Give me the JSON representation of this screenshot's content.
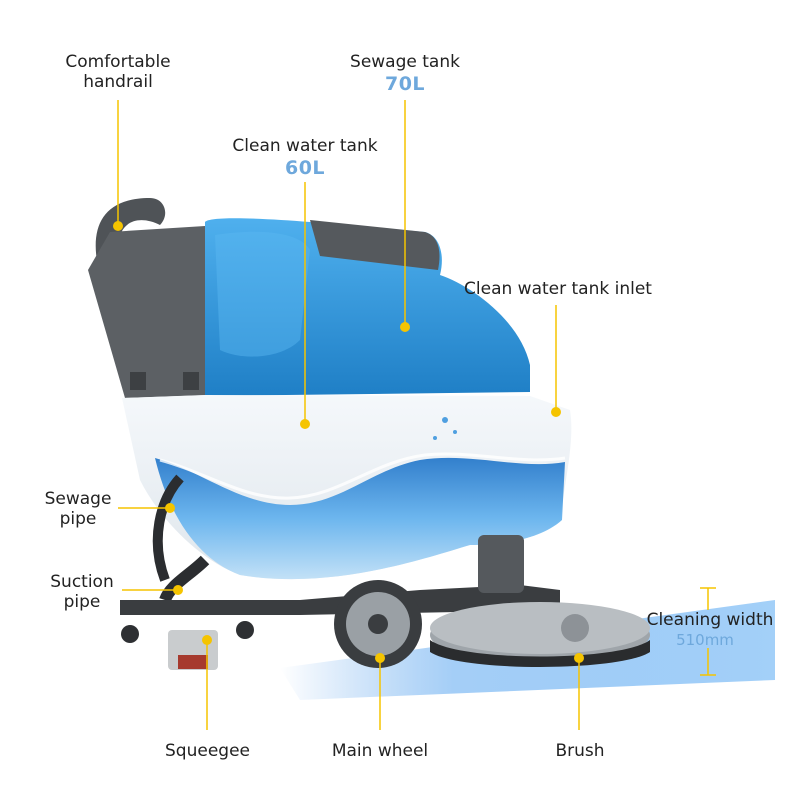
{
  "labels": {
    "handrail": "Comfortable\nhandrail",
    "sewage_tank": "Sewage tank",
    "sewage_tank_capacity": "70L",
    "clean_water_tank": "Clean water tank",
    "clean_water_tank_capacity": "60L",
    "clean_water_tank_inlet": "Clean water tank inlet",
    "sewage_pipe": "Sewage\npipe",
    "suction_pipe": "Suction\npipe",
    "cleaning_width": "Cleaning width",
    "cleaning_width_value": "510mm",
    "squeegee": "Squeegee",
    "main_wheel": "Main wheel",
    "brush": "Brush"
  },
  "colors": {
    "accent_yellow": "#f5c400",
    "tank_blue": "#2f93d8",
    "capacity_blue": "#6ea8dc",
    "body_grey": "#5c6064",
    "shell_white": "#eef3f7"
  }
}
